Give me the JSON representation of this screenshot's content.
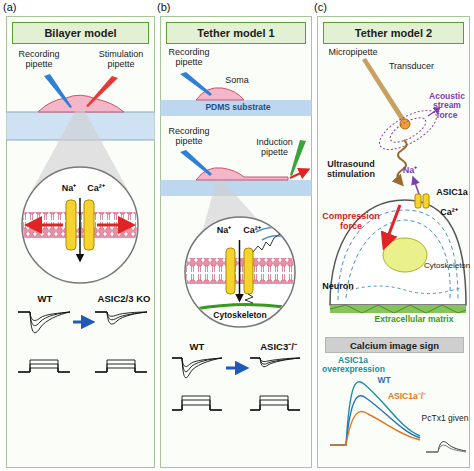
{
  "diagram": {
    "nodes": [
      {
        "text": [
          "(a)"
        ]
      },
      {
        "text": [
          "Bilayer model"
        ],
        "in": 0
      },
      {
        "text": [
          "(b)"
        ]
      },
      {
        "text": [
          "Tether model 1"
        ],
        "in": 2
      },
      {
        "text": [
          "(c)"
        ]
      },
      {
        "text": [
          "Tether model 2"
        ],
        "in": 4
      },
      {
        "text": [
          "Calcium image sign"
        ],
        "in": 4
      }
    ],
    "labels": [
      "Recording pipette",
      "Stimulation pipette",
      "Na⁺",
      "Ca²⁺",
      "WT",
      "ASIC2/3 KO",
      "Recording pipette",
      "Soma",
      "PDMS substrate",
      "Recording pipette",
      "Induction pipette",
      "Na⁺",
      "Ca²⁺",
      "Cytoskeleton",
      "WT",
      "ASIC3⁻/⁻",
      "Micropipette",
      "Transducer",
      "Acoustic stream force",
      "Ultrasound stimulation",
      "Na⁺",
      "Ca²⁺",
      "ASIC1a",
      "Compression force",
      "Cytoskeleton",
      "Neuron",
      "Extracellular matrix",
      "ASIC1a overexpression",
      "WT",
      "ASIC1a⁻/⁻",
      "PcTx1 given"
    ]
  }
}
